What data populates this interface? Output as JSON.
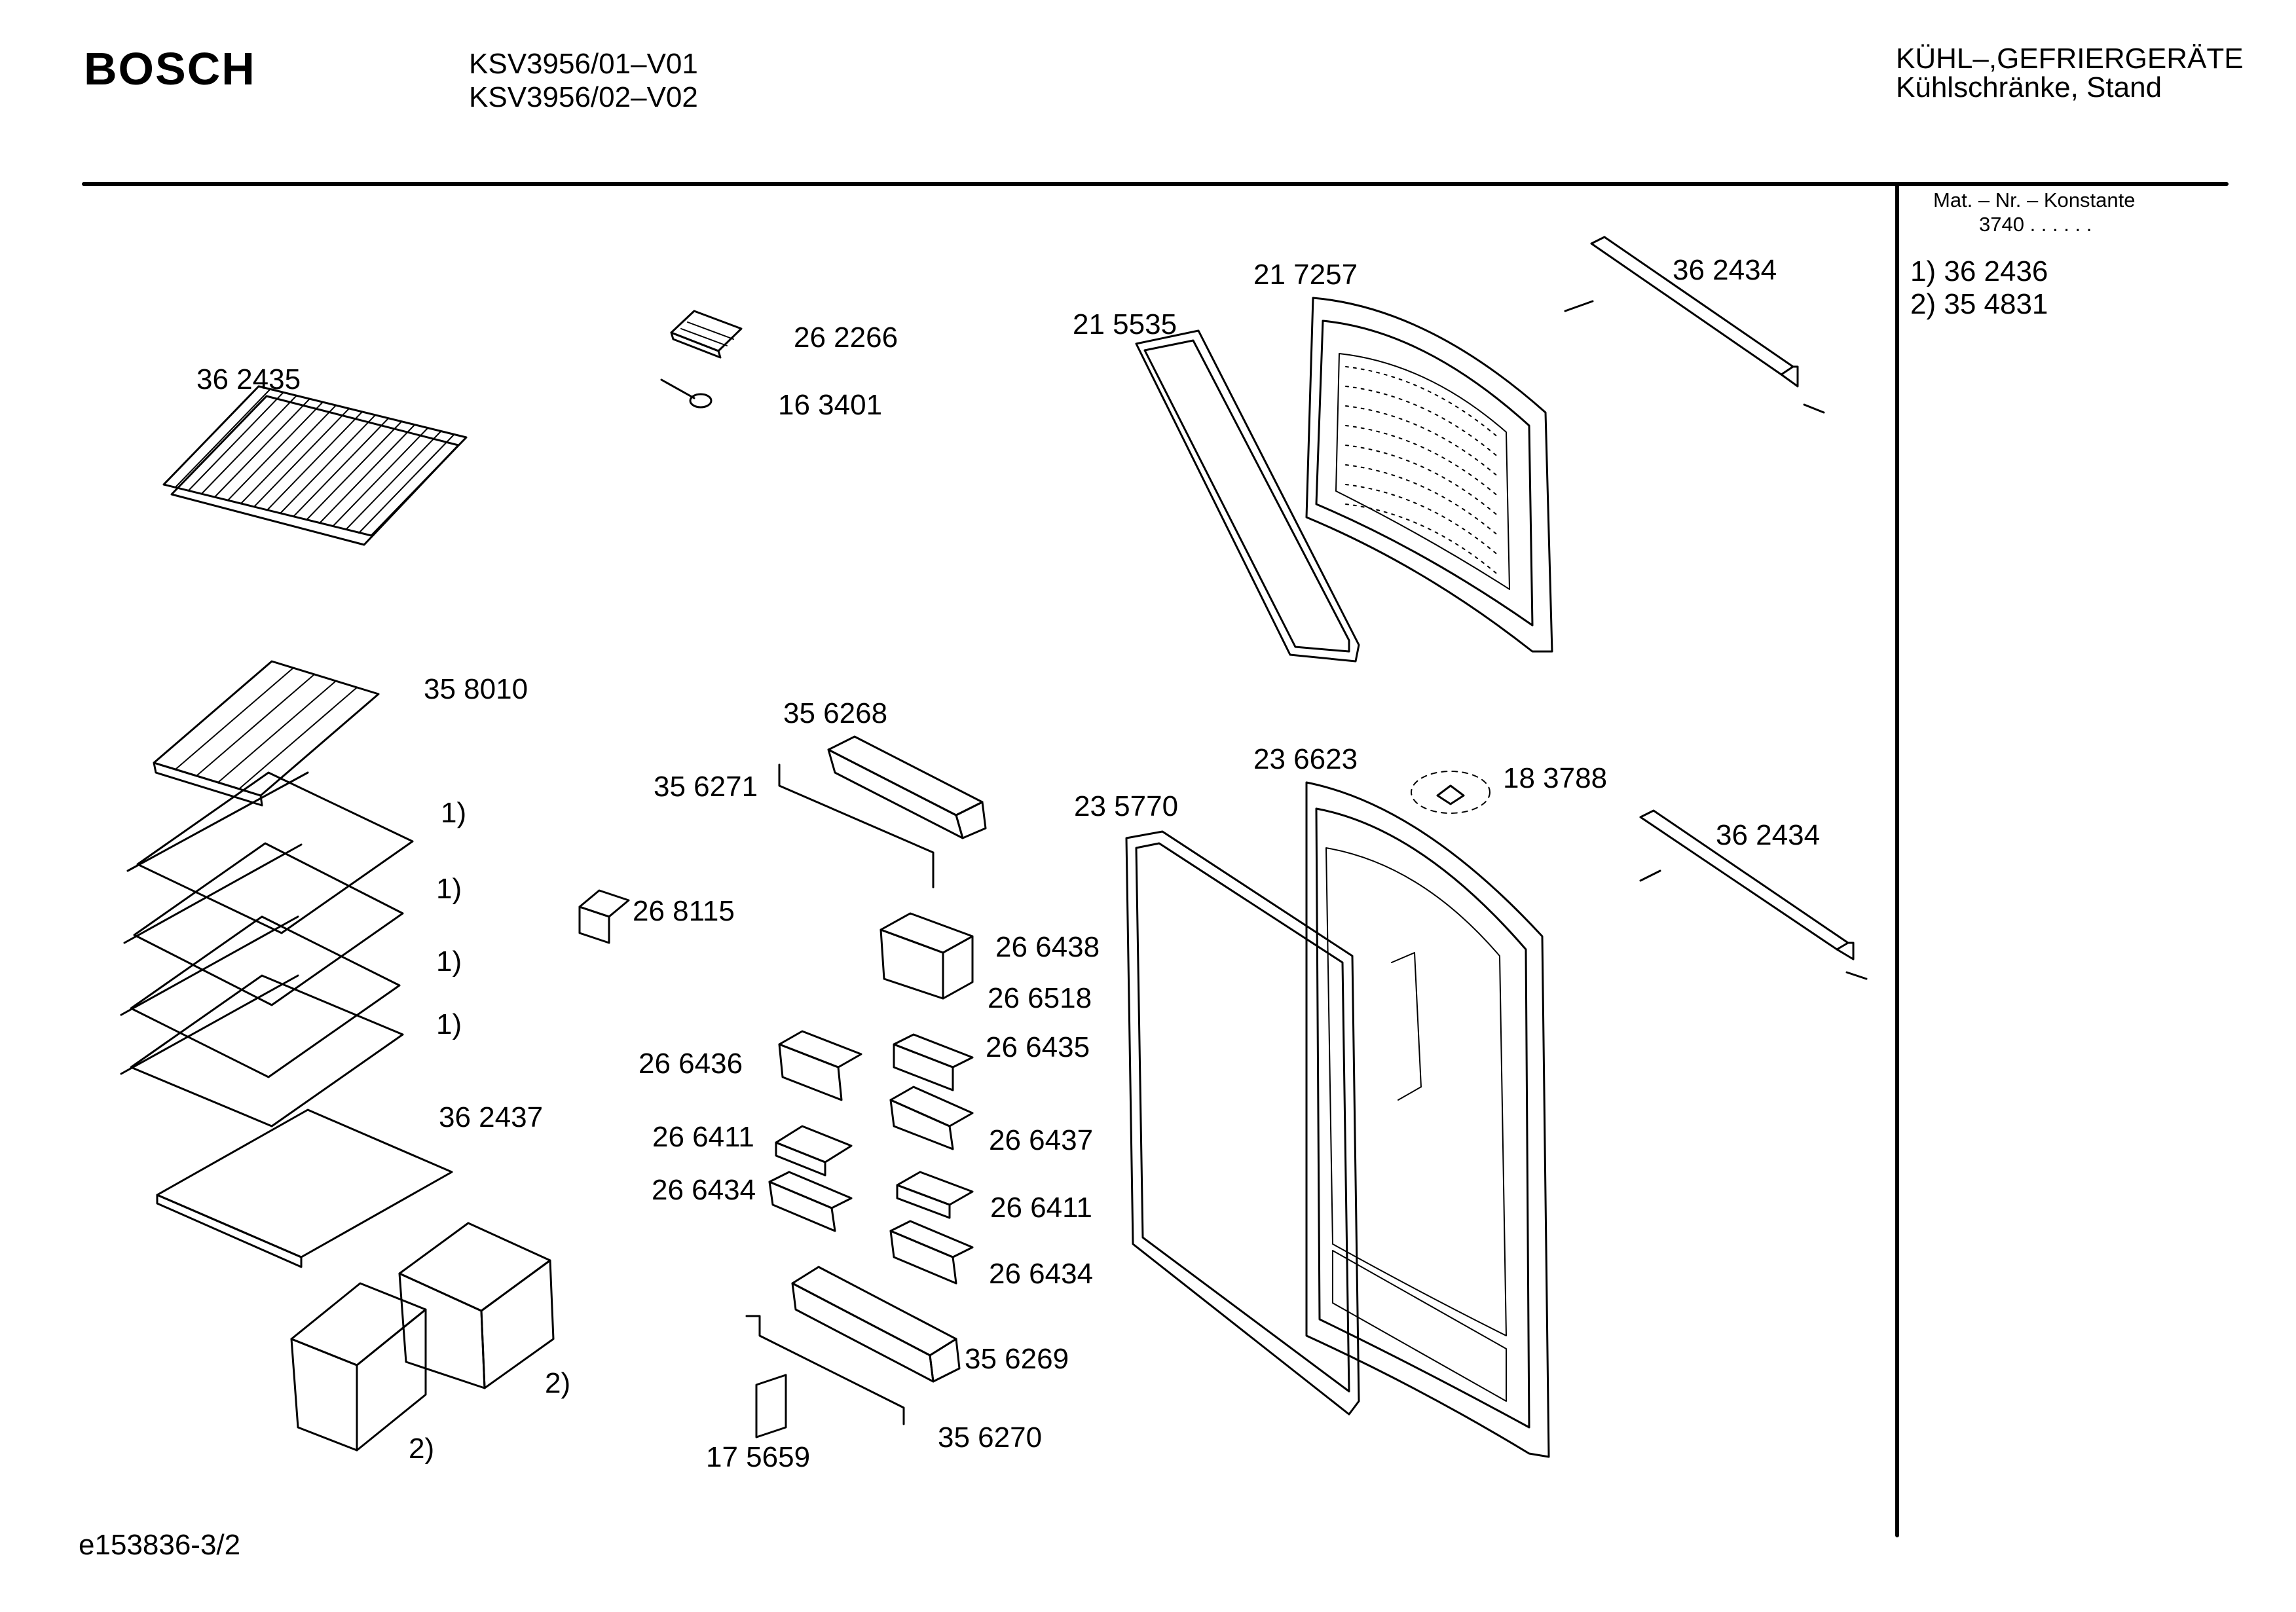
{
  "header": {
    "brand": "BOSCH",
    "model_1": "KSV3956/01–V01",
    "model_2": "KSV3956/02–V02",
    "category_1": "KÜHL–,GEFRIERGERÄTE",
    "category_2": "Kühlschränke, Stand"
  },
  "sidebar": {
    "mat_header": "Mat. – Nr. – Konstante",
    "constant": "3740 . . . . . .",
    "notes": [
      "1) 36 2436",
      "2)  35 4831"
    ]
  },
  "parts": {
    "p362435": "36 2435",
    "p262266": "26 2266",
    "p163401": "16 3401",
    "p215535": "21 5535",
    "p217257": "21 7257",
    "p362434a": "36 2434",
    "p358010": "35 8010",
    "n1a": "1)",
    "n1b": "1)",
    "n1c": "1)",
    "n1d": "1)",
    "p362437": "36 2437",
    "n2a": "2)",
    "n2b": "2)",
    "p356268": "35 6268",
    "p356271": "35 6271",
    "p268115": "26 8115",
    "p266438": "26 6438",
    "p266518": "26 6518",
    "p266436": "26 6436",
    "p266435": "26 6435",
    "p266411a": "26 6411",
    "p266437": "26 6437",
    "p266434a": "26 6434",
    "p266411b": "26 6411",
    "p266434b": "26 6434",
    "p356269": "35 6269",
    "p356270": "35 6270",
    "p175659": "17 5659",
    "p236623": "23 6623",
    "p235770": "23 5770",
    "p183788": "18 3788",
    "p362434b": "36 2434"
  },
  "footer": {
    "doc_id": "e153836-3/2"
  }
}
